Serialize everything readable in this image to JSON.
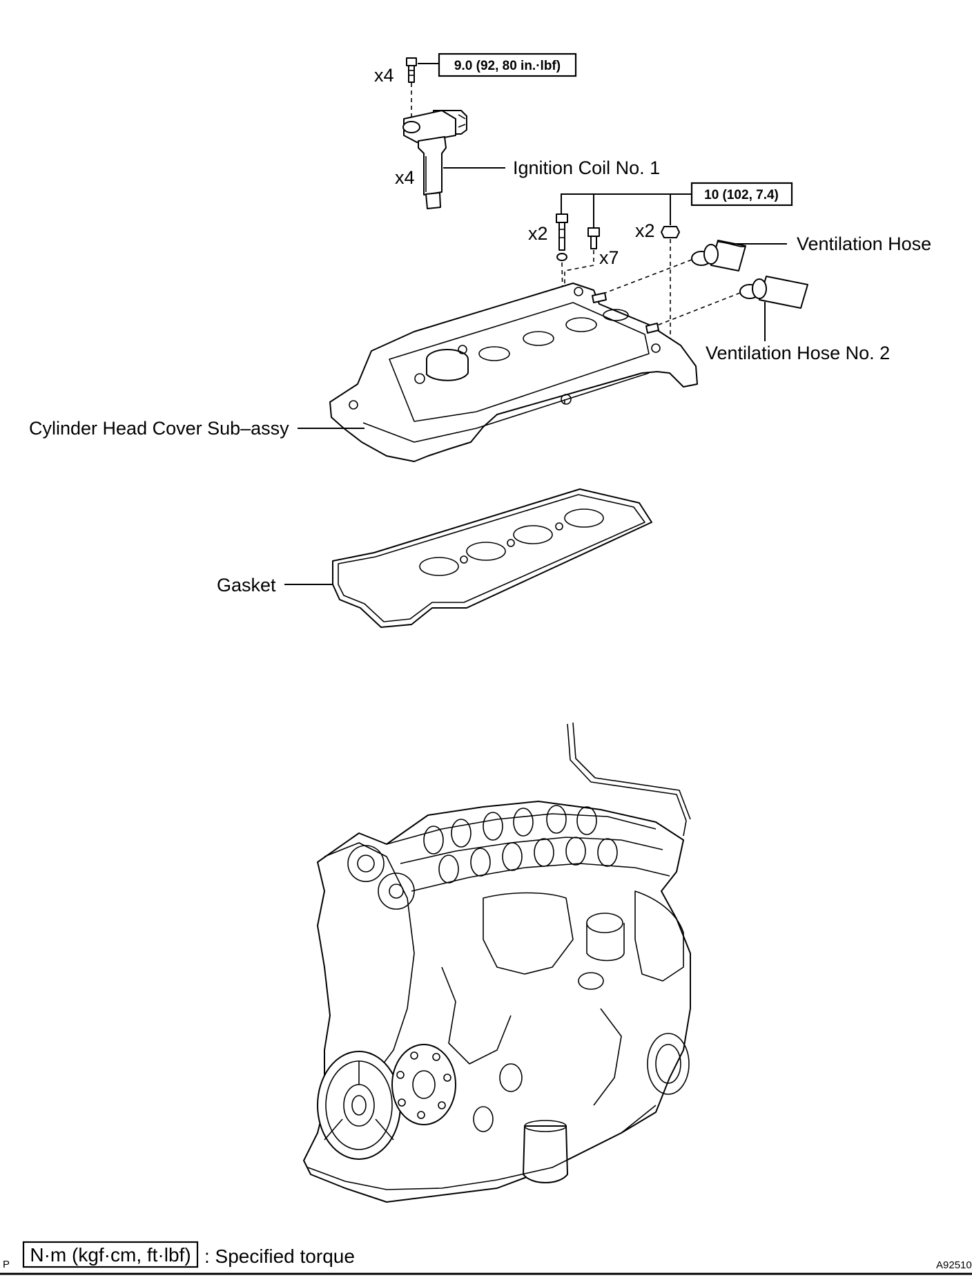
{
  "labels": {
    "ignition_coil": "Ignition Coil No. 1",
    "ventilation_hose": "Ventilation Hose",
    "ventilation_hose_no2": "Ventilation Hose No. 2",
    "cylinder_head_cover": "Cylinder Head Cover Sub–assy",
    "gasket": "Gasket"
  },
  "quantities": {
    "coil_bolt": "x4",
    "coil": "x4",
    "cover_bolt_left": "x2",
    "cover_bolt_middle": "x7",
    "cover_bolt_right": "x2"
  },
  "torques": {
    "coil_bolt": "9.0 (92, 80 in.·lbf)",
    "cover_bolts": "10 (102, 7.4)"
  },
  "legend": {
    "unit_box": "N·m (kgf·cm, ft·lbf)",
    "description": ": Specified torque"
  },
  "corner": {
    "left_code": "P",
    "figure_id": "A92510"
  }
}
